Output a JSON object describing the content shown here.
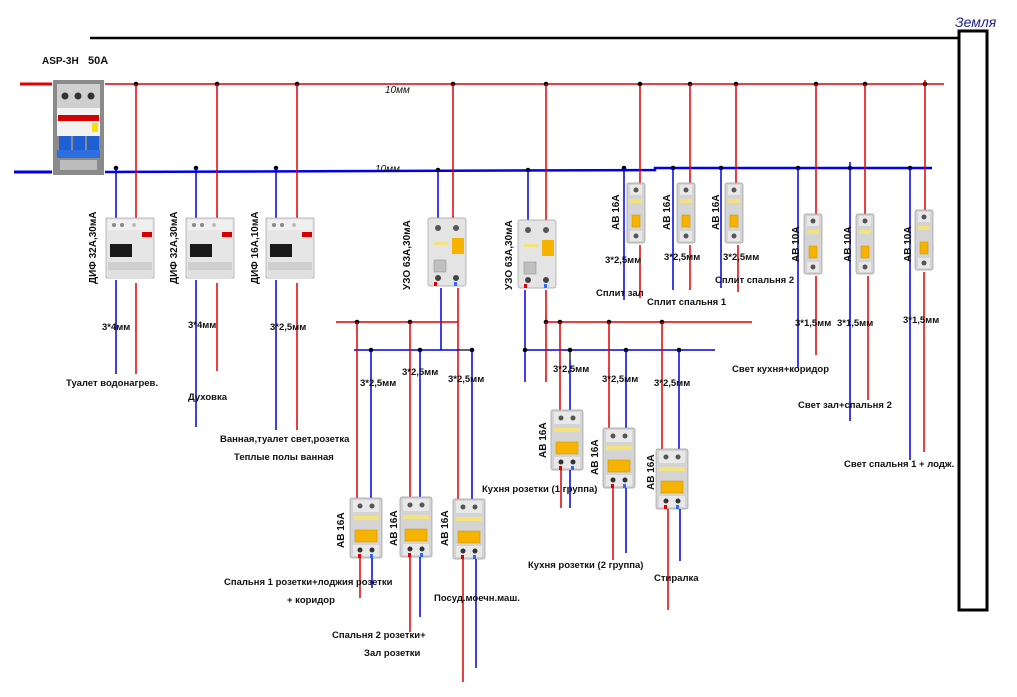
{
  "title": "Схема электрощита",
  "colors": {
    "phase": "#e00000",
    "neutral": "#0000e0",
    "earth": "#000000",
    "earth_label": "#1a1a8c"
  },
  "earth_bus": {
    "label": "Земля"
  },
  "main_breaker": {
    "model": "ASP-3H",
    "rating": "50A"
  },
  "buses": {
    "phase_label": "10мм",
    "neutral_label": "10мм"
  },
  "groups": [
    {
      "device": "ДИФ 32А,30мА",
      "cable": "3*4мм",
      "load": [
        "Туалет водонагрев."
      ]
    },
    {
      "device": "ДИФ 32А,30мА",
      "cable": "3*4мм",
      "load": [
        "Духовка"
      ]
    },
    {
      "device": "ДИФ 16А,10мА",
      "cable": "3*2,5мм",
      "load": [
        "Ванная,туалет свет,розетка",
        "Теплые полы ванная"
      ]
    },
    {
      "device": "УЗО 63А,30мА",
      "sub": [
        {
          "device": "АВ 16А",
          "cable": "3*2,5мм",
          "load": [
            "Спальня 1 розетки+лоджия розетки",
            "+ коридор"
          ]
        },
        {
          "device": "АВ 16А",
          "cable": "3*2,5мм",
          "load": [
            "Спальня 2 розетки+",
            "Зал розетки"
          ]
        },
        {
          "device": "АВ 16А",
          "cable": "3*2,5мм",
          "load": [
            "Посуд.моечн.маш."
          ]
        }
      ]
    },
    {
      "device": "УЗО 63А,30мА",
      "sub": [
        {
          "device": "АВ 16А",
          "cable": "3*2,5мм",
          "load": [
            "Кухня розетки (1 группа)"
          ]
        },
        {
          "device": "АВ 16А",
          "cable": "3*2,5мм",
          "load": [
            "Кухня розетки (2 группа)"
          ]
        },
        {
          "device": "АВ 16А",
          "cable": "3*2,5мм",
          "load": [
            "Стиралка"
          ]
        }
      ]
    },
    {
      "device": "АВ 16А",
      "cable": "3*2,5мм",
      "load": [
        "Сплит зал"
      ]
    },
    {
      "device": "АВ 16А",
      "cable": "3*2,5мм",
      "load": [
        "Сплит спальня 1"
      ]
    },
    {
      "device": "АВ 16А",
      "cable": "3*2,5мм",
      "load": [
        "Сплит спальня 2"
      ]
    },
    {
      "device": "АВ 10А",
      "cable": "3*1,5мм",
      "load": [
        "Свет кухня+коридор"
      ]
    },
    {
      "device": "АВ 10А",
      "cable": "3*1,5мм",
      "load": [
        "Свет зал+спальня 2"
      ]
    },
    {
      "device": "АВ 10А",
      "cable": "3*1,5мм",
      "load": [
        "Свет спальня 1 + лодж."
      ]
    }
  ]
}
